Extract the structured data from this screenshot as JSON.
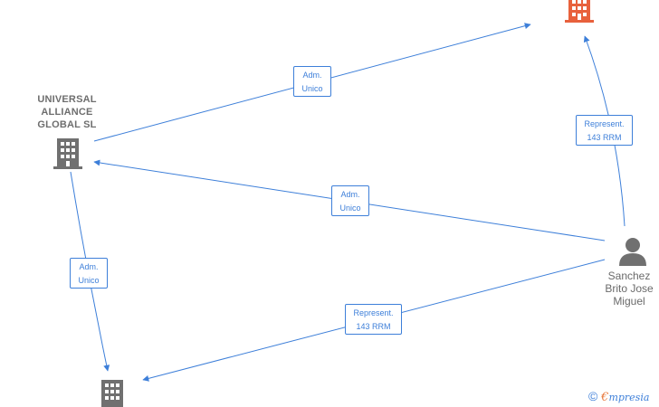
{
  "nodes": {
    "universal": {
      "label": "UNIVERSAL\nALLIANCE\nGLOBAL  SL",
      "icon": "building-icon",
      "color": "#707070"
    },
    "top_company": {
      "label": "",
      "icon": "building-icon",
      "color": "#e8613c"
    },
    "bottom_company": {
      "label": "",
      "icon": "building-icon",
      "color": "#707070"
    },
    "sanchez": {
      "label": "Sanchez\nBrito Jose\nMiguel",
      "icon": "person-icon",
      "color": "#707070"
    }
  },
  "edges": [
    {
      "id": "adm1",
      "from": "universal",
      "to": "top_company",
      "line1": "Adm.",
      "line2": "Unico"
    },
    {
      "id": "rep1",
      "from": "sanchez",
      "to": "top_company",
      "line1": "Represent.",
      "line2": "143 RRM"
    },
    {
      "id": "adm2",
      "from": "sanchez",
      "to": "universal",
      "line1": "Adm.",
      "line2": "Unico"
    },
    {
      "id": "adm3",
      "from": "universal",
      "to": "bottom_company",
      "line1": "Adm.",
      "line2": "Unico"
    },
    {
      "id": "rep2",
      "from": "sanchez",
      "to": "bottom_company",
      "line1": "Represent.",
      "line2": "143 RRM"
    }
  ],
  "colors": {
    "edge": "#3d7fd9",
    "accent": "#e8613c",
    "node": "#707070"
  },
  "footer": {
    "copyright_symbol": "©",
    "brand_initial": "€",
    "brand_rest": "mpresia"
  }
}
